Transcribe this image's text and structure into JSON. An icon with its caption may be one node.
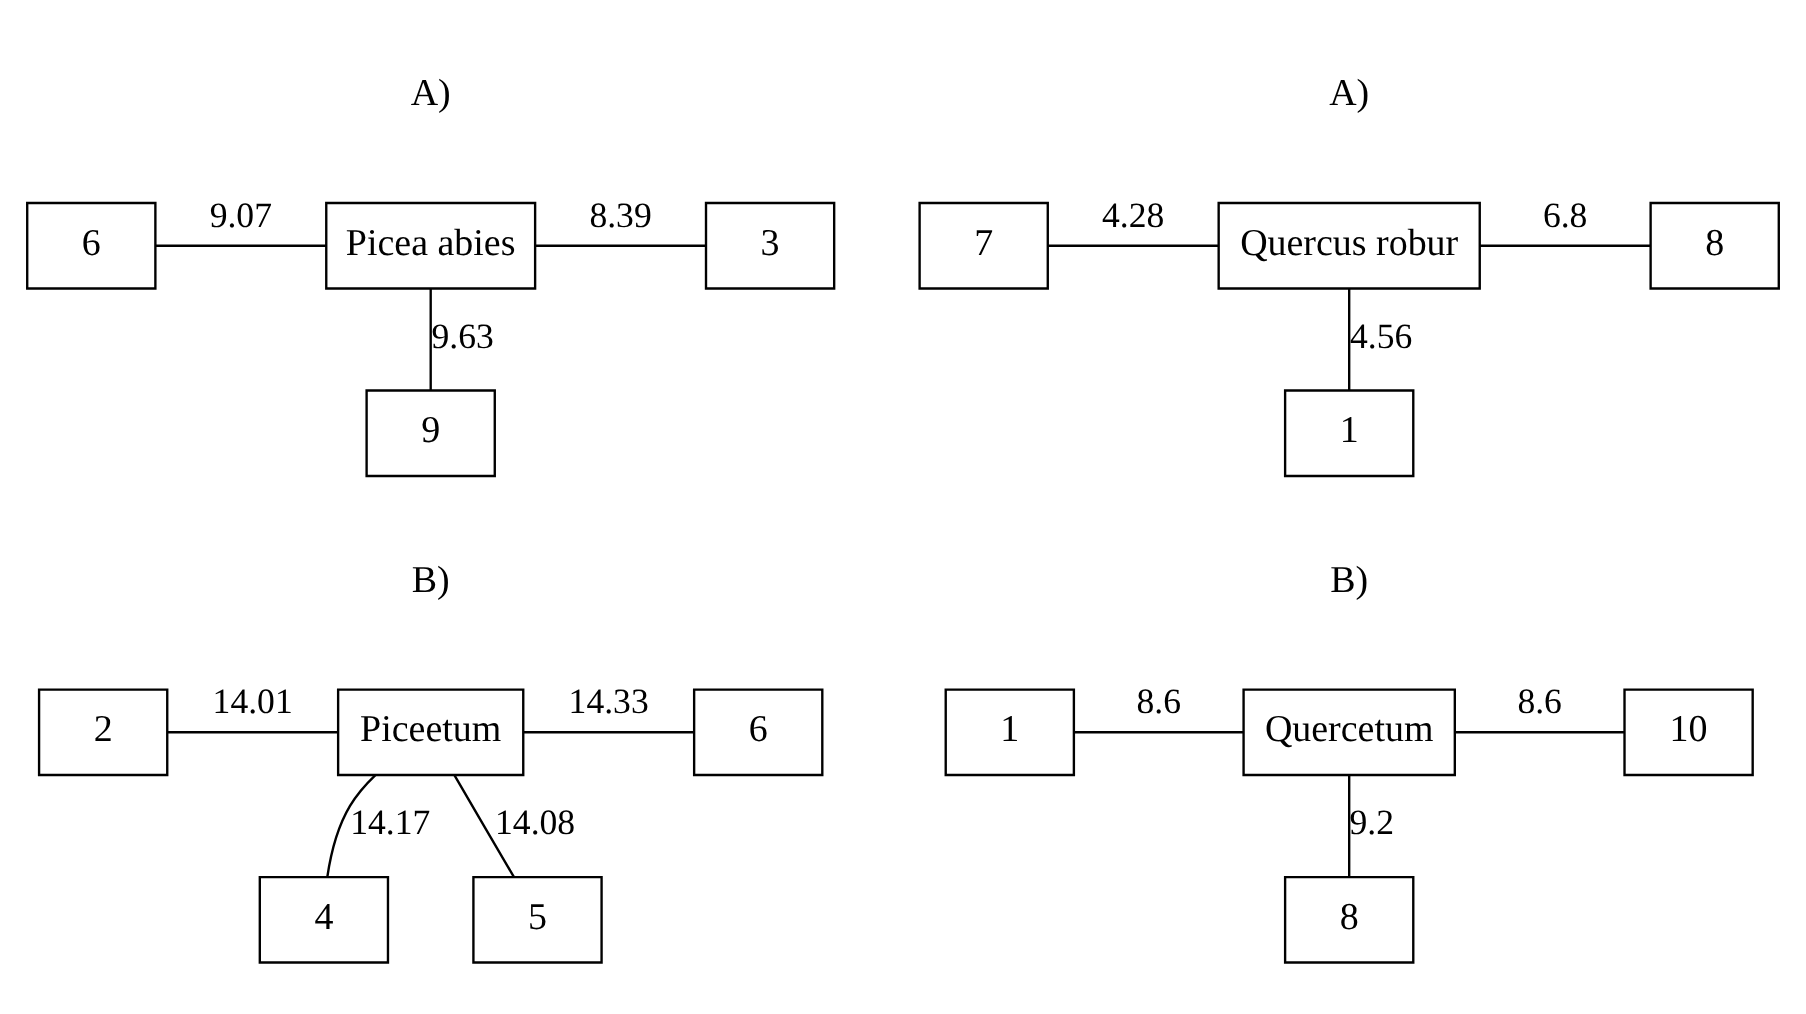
{
  "diagram": {
    "nodes": [
      {
        "text": [
          "Picea abies"
        ]
      },
      {
        "text": [
          "6"
        ]
      },
      {
        "text": [
          "3"
        ]
      },
      {
        "text": [
          "9"
        ]
      },
      {
        "text": [
          "Quercus robur"
        ]
      },
      {
        "text": [
          "7"
        ]
      },
      {
        "text": [
          "8"
        ]
      },
      {
        "text": [
          "1"
        ]
      },
      {
        "text": [
          "Piceetum"
        ]
      },
      {
        "text": [
          "2"
        ]
      },
      {
        "text": [
          "6"
        ]
      },
      {
        "text": [
          "4"
        ]
      },
      {
        "text": [
          "5"
        ]
      },
      {
        "text": [
          "Quercetum"
        ]
      },
      {
        "text": [
          "1"
        ]
      },
      {
        "text": [
          "10"
        ]
      },
      {
        "text": [
          "8"
        ]
      }
    ],
    "edges": [
      {
        "from": 1,
        "to": 0,
        "arrow": "none",
        "label": "9.07"
      },
      {
        "from": 0,
        "to": 2,
        "arrow": "none",
        "label": "8.39"
      },
      {
        "from": 0,
        "to": 3,
        "arrow": "none",
        "label": "9.63"
      },
      {
        "from": 5,
        "to": 4,
        "arrow": "none",
        "label": "4.28"
      },
      {
        "from": 4,
        "to": 6,
        "arrow": "none",
        "label": "6.8"
      },
      {
        "from": 4,
        "to": 7,
        "arrow": "none",
        "label": "4.56"
      },
      {
        "from": 9,
        "to": 8,
        "arrow": "none",
        "label": "14.01"
      },
      {
        "from": 8,
        "to": 10,
        "arrow": "none",
        "label": "14.33"
      },
      {
        "from": 8,
        "to": 11,
        "arrow": "none",
        "label": "14.17"
      },
      {
        "from": 8,
        "to": 12,
        "arrow": "none",
        "label": "14.08"
      },
      {
        "from": 14,
        "to": 13,
        "arrow": "none",
        "label": "8.6"
      },
      {
        "from": 13,
        "to": 15,
        "arrow": "none",
        "label": "8.6"
      },
      {
        "from": 13,
        "to": 16,
        "arrow": "none",
        "label": "9.2"
      }
    ],
    "labels": [
      "A)",
      "A)",
      "B)",
      "B)"
    ]
  }
}
